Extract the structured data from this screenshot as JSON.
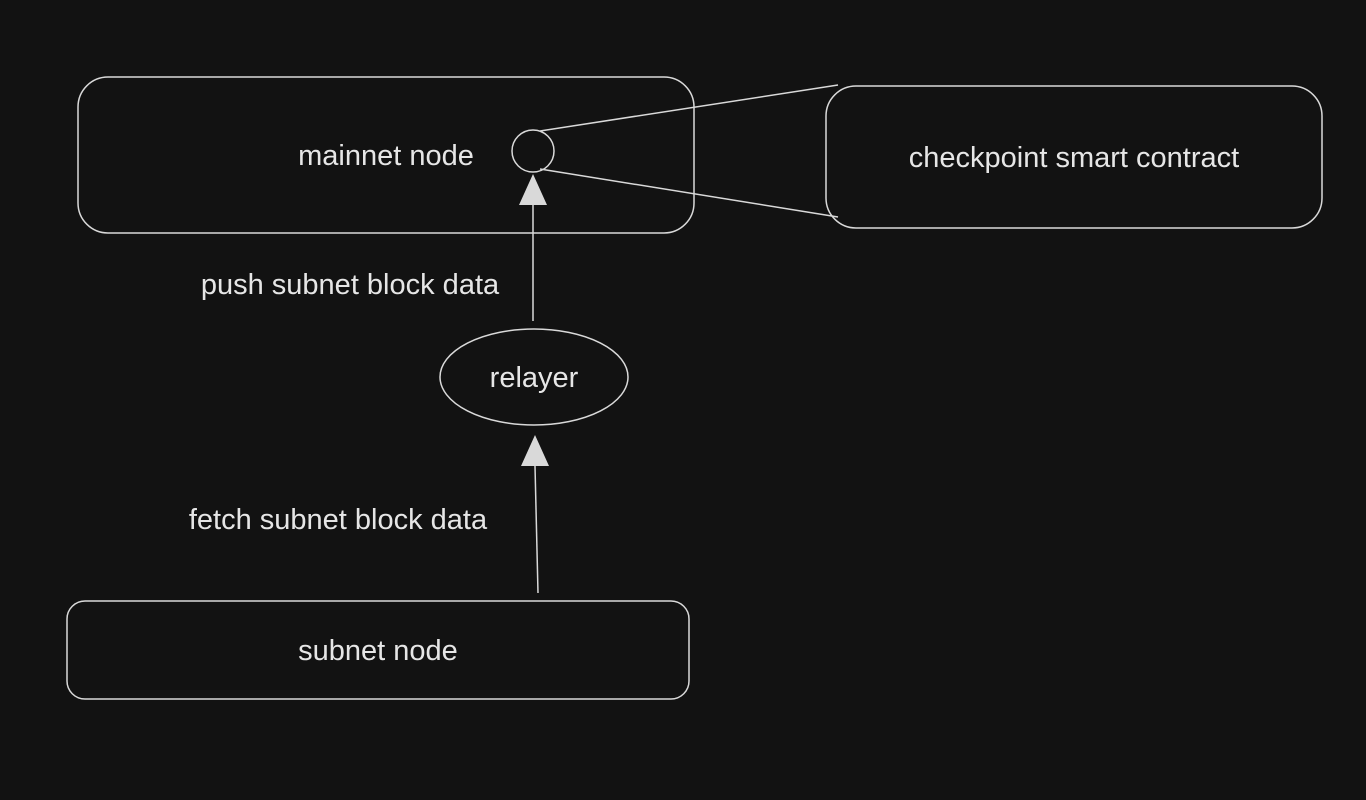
{
  "colors": {
    "background": "#121212",
    "stroke": "#d9d9d9",
    "text": "#e6e6e6"
  },
  "nodes": {
    "mainnet_node": {
      "label": "mainnet node"
    },
    "checkpoint_contract": {
      "label": "checkpoint smart contract"
    },
    "relayer": {
      "label": "relayer"
    },
    "subnet_node": {
      "label": "subnet node"
    }
  },
  "edges": {
    "push": {
      "label": "push subnet block data",
      "from": "relayer",
      "to": "mainnet_node"
    },
    "fetch": {
      "label": "fetch subnet block data",
      "from": "subnet_node",
      "to": "relayer"
    },
    "interface": {
      "from": "mainnet_node",
      "to": "checkpoint_contract"
    }
  }
}
